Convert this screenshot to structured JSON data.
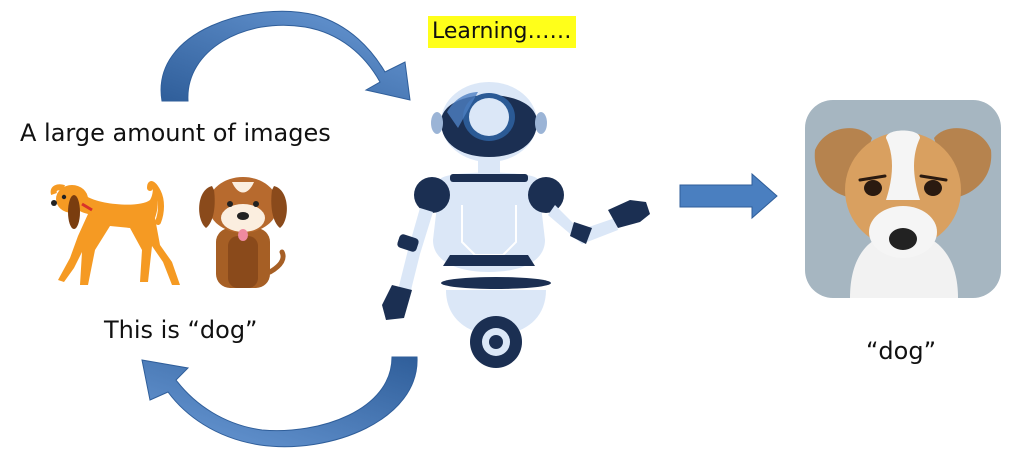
{
  "diagram": {
    "learning_status": "Learning……",
    "input_caption": "A large amount of images",
    "teaching_caption": "This is  “dog”",
    "output_caption": "“dog”"
  },
  "colors": {
    "arrow_blue": "#4a7fc0",
    "arrow_dark": "#2f5e9a",
    "highlight_yellow": "#ffff1a",
    "robot_navy": "#1b2f52",
    "robot_light": "#dbe7f7",
    "dog_orange": "#f59a23",
    "dog_brown": "#a4602a",
    "icon_background": "#a6b6c1"
  }
}
